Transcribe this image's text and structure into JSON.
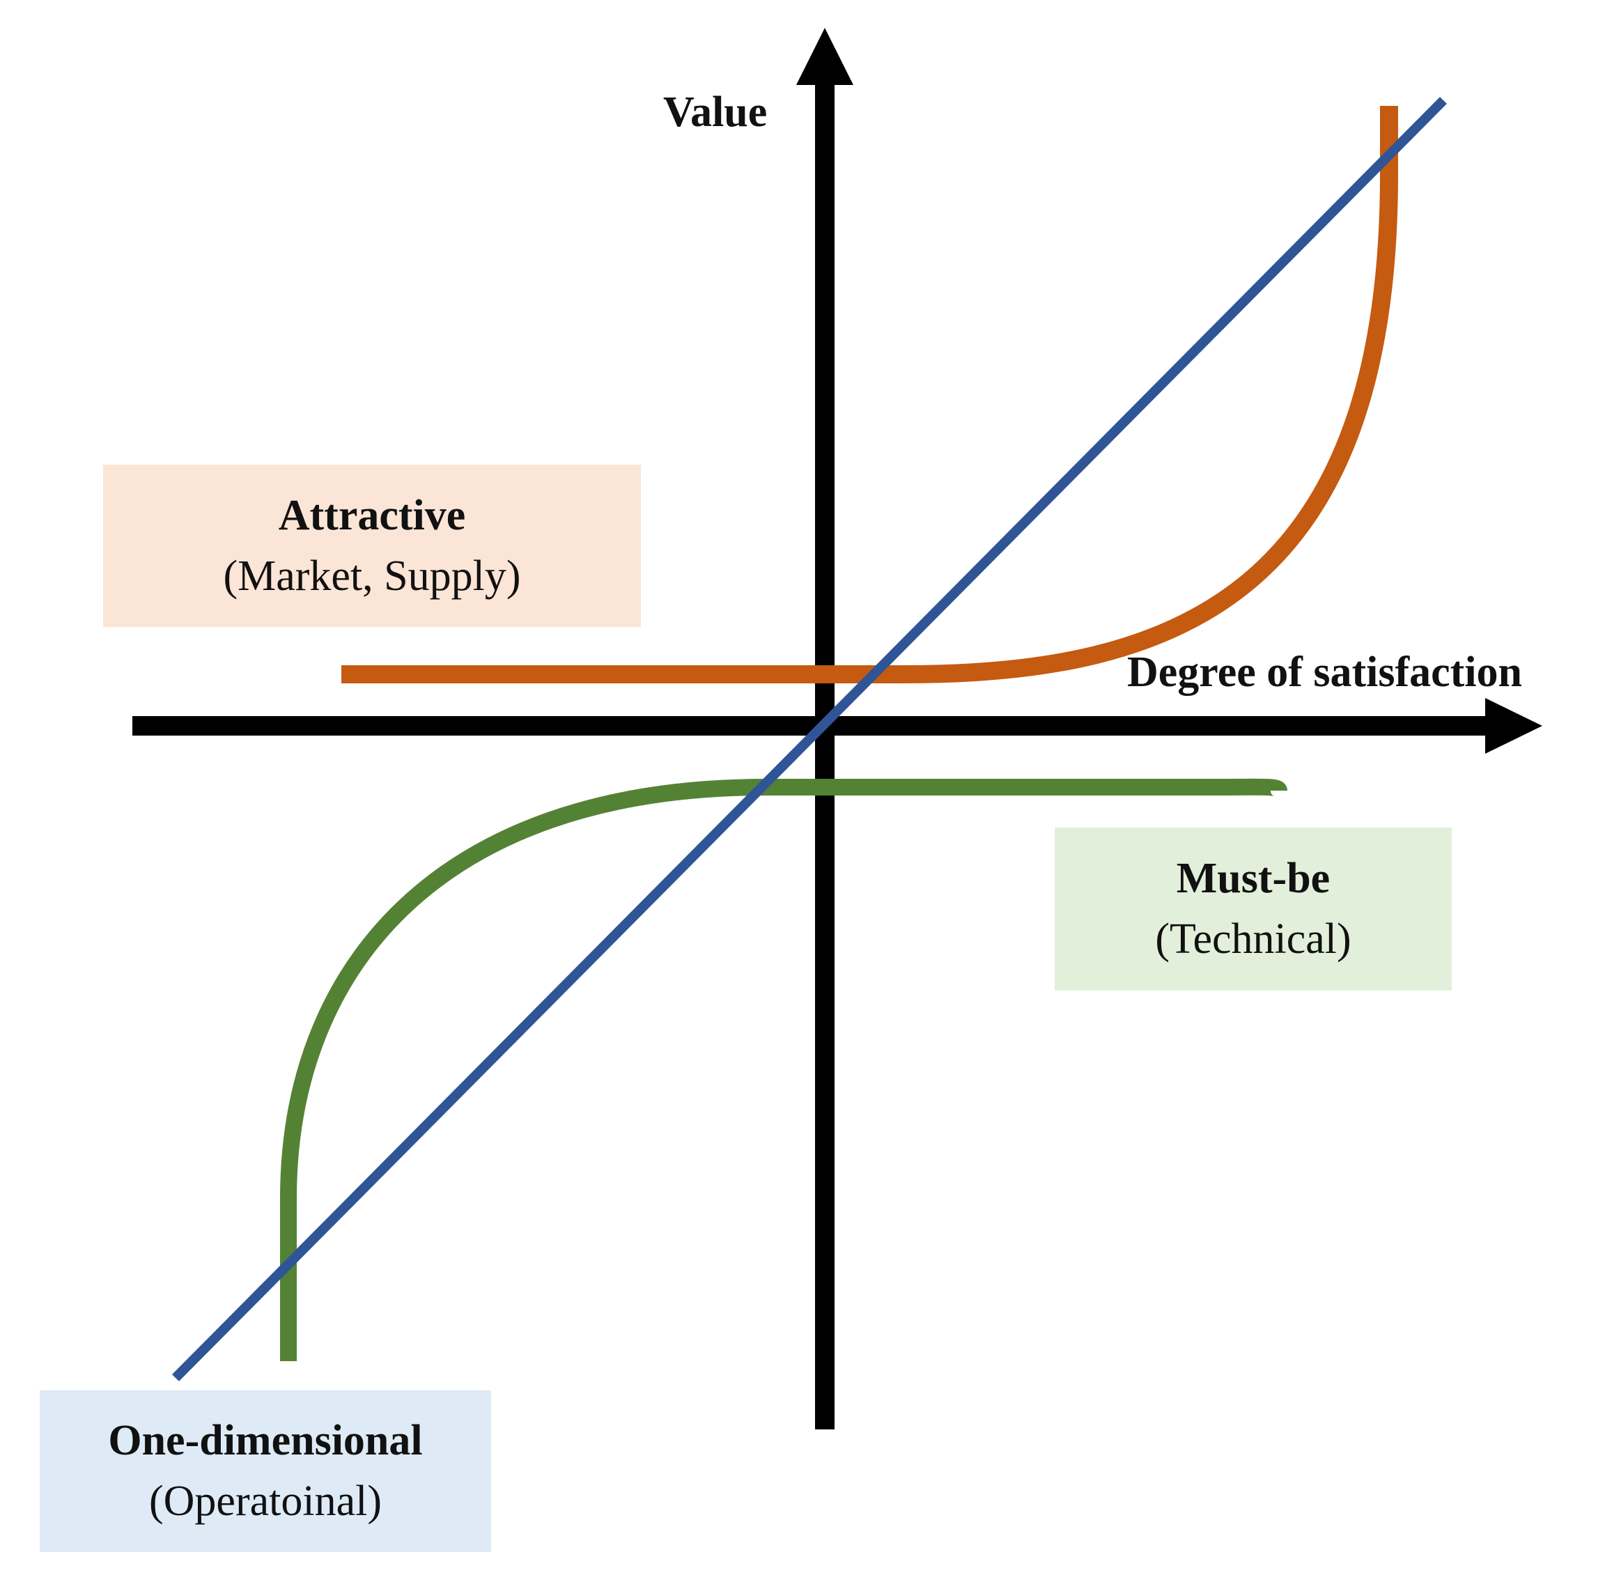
{
  "axes": {
    "y_label": "Value",
    "x_label": "Degree of satisfaction"
  },
  "categories": {
    "attractive": {
      "title": "Attractive",
      "subtitle": "(Market, Supply)",
      "fill_color": "#fbe5d6",
      "curve_color": "#c55a11"
    },
    "must_be": {
      "title": "Must-be",
      "subtitle": "(Technical)",
      "fill_color": "#e2efda",
      "curve_color": "#548235"
    },
    "one_dimensional": {
      "title": "One-dimensional",
      "subtitle": "(Operatoinal)",
      "fill_color": "#deebf7",
      "curve_color": "#2f5597"
    }
  },
  "axis_color": "#000000"
}
